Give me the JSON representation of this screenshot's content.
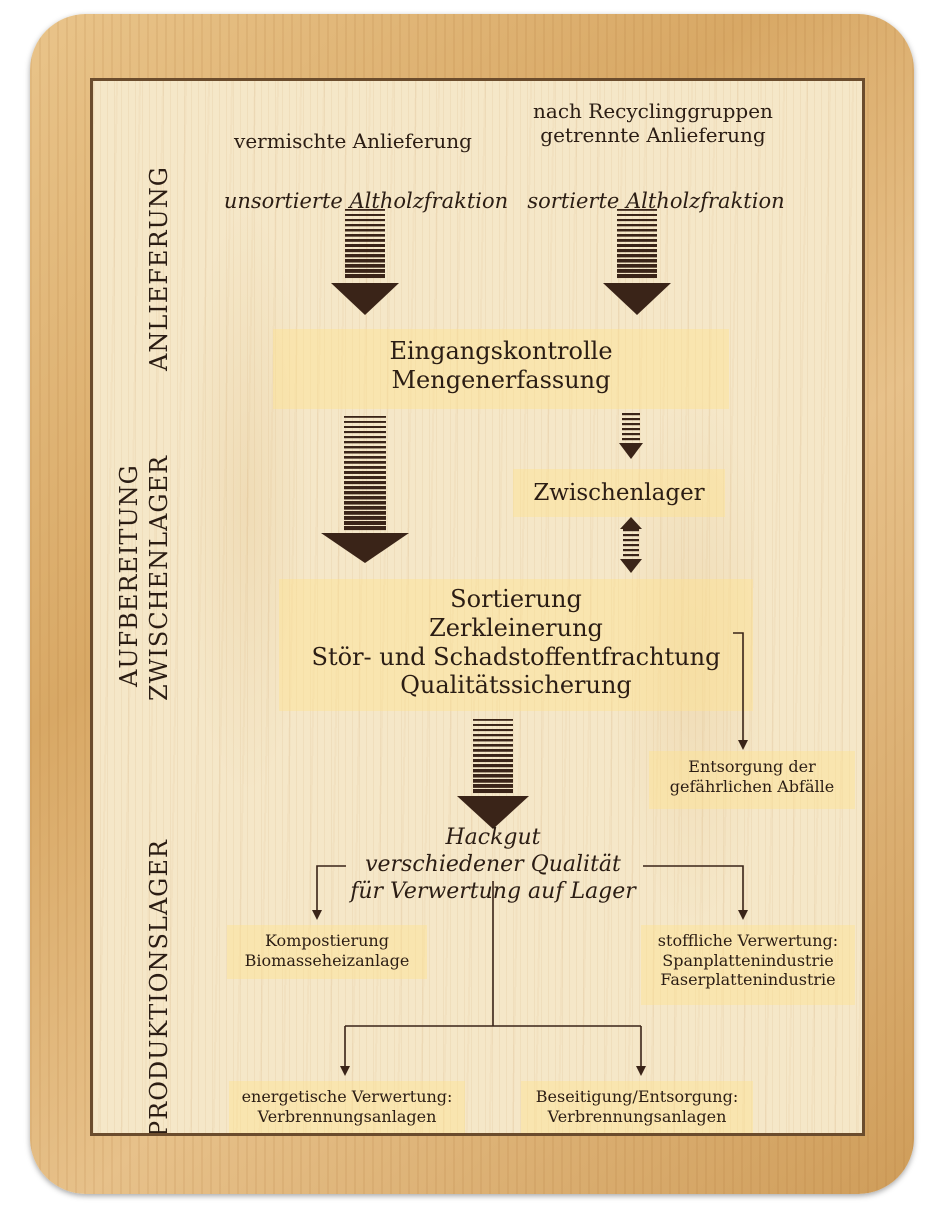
{
  "sections": {
    "anlieferung": "ANLIEFERUNG",
    "aufbereitung": "AUFBEREITUNG",
    "zwischenlager": "ZWISCHENLAGER",
    "produktionslager": "PRODUKTIONSLAGER"
  },
  "nodes": {
    "mixed_delivery": "vermischte Anlieferung",
    "sorted_delivery_line1": "nach Recyclinggruppen",
    "sorted_delivery_line2": "getrennte Anlieferung",
    "unsorted_fraction": "unsortierte Altholzfraktion",
    "sorted_fraction": "sortierte Altholzfraktion",
    "intake_line1": "Eingangskontrolle",
    "intake_line2": "Mengenerfassung",
    "interim_storage": "Zwischenlager",
    "processing_line1": "Sortierung",
    "processing_line2": "Zerkleinerung",
    "processing_line3": "Stör- und Schadstoffentfrachtung",
    "processing_line4": "Qualitätssicherung",
    "hazardous_line1": "Entsorgung der",
    "hazardous_line2": "gefährlichen Abfälle",
    "chips_line1": "Hackgut",
    "chips_line2": "verschiedener Qualität",
    "chips_line3": "für Verwertung auf Lager",
    "compost_line1": "Kompostierung",
    "compost_line2": "Biomasseheizanlage",
    "material_line1": "stoffliche Verwertung:",
    "material_line2": "Spanplattenindustrie",
    "material_line3": "Faserplattenindustrie",
    "energy_line1": "energetische Verwertung:",
    "energy_line2": "Verbrennungsanlagen",
    "disposal_line1": "Beseitigung/Entsorgung:",
    "disposal_line2": "Verbrennungsanlagen"
  },
  "colors": {
    "text": "#2b1d14",
    "arrow": "#3a2418",
    "highlight": "#ffe28c",
    "frame": "#d8a865",
    "board": "#f5e7c8"
  }
}
